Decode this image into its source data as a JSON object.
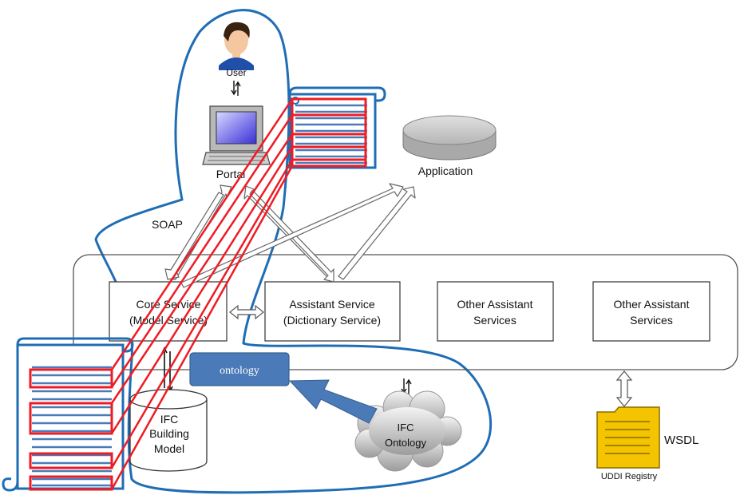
{
  "labels": {
    "user": "User",
    "portal": "Portal",
    "application": "Application",
    "soap": "SOAP",
    "wsdl": "WSDL",
    "uddi": "UDDI Registry",
    "ontology_box": "ontology",
    "ifc_model": [
      "IFC",
      "Building",
      "Model"
    ],
    "ifc_ontology": [
      "IFC",
      "Ontology"
    ]
  },
  "services": [
    {
      "line1": "Core Service",
      "line2": "(Model Service)"
    },
    {
      "line1": "Assistant Service",
      "line2": "(Dictionary Service)"
    },
    {
      "line1": "Other Assistant",
      "line2": "Services"
    },
    {
      "line1": "Other Assistant",
      "line2": "Services"
    }
  ],
  "colors": {
    "outline_blue": "#1f6db5",
    "red": "#ee1c24",
    "ontology_fill": "#4a7ab7",
    "doc_yellow": "#f5c400"
  }
}
